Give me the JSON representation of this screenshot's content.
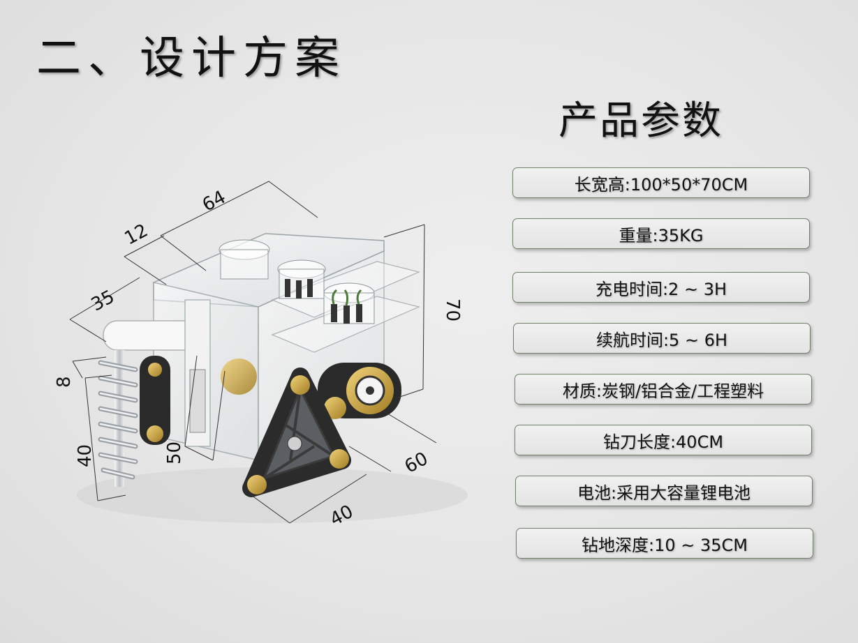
{
  "slide": {
    "title": "二、设计方案",
    "params_heading": "产品参数"
  },
  "params": [
    "长宽高:100*50*70CM",
    "重量:35KG",
    "充电时间:2 ~ 3H",
    "续航时间:5 ~ 6H",
    "材质:炭钢/铝合金/工程塑料",
    "钻刀长度:40CM",
    "电池:采用大容量锂电池",
    "钻地深度:10 ~ 35CM"
  ],
  "figure": {
    "dimensions": {
      "d64": "64",
      "d12": "12",
      "d35": "35",
      "d70": "70",
      "d8": "8",
      "d40_left": "40",
      "d50": "50",
      "d60": "60",
      "d40_bottom": "40"
    }
  },
  "colors": {
    "box_border": "#6f7f6a",
    "gold": "#c8a23a",
    "track": "#2a2a2a"
  }
}
